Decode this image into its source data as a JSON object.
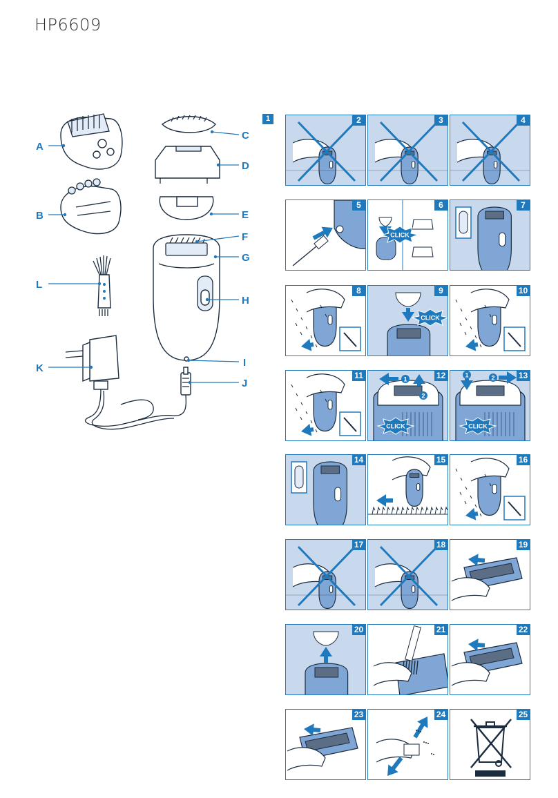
{
  "model": "HP6609",
  "part_labels": [
    "A",
    "B",
    "C",
    "D",
    "E",
    "F",
    "G",
    "H",
    "I",
    "J",
    "K",
    "L"
  ],
  "click_text": "CLICK",
  "first_step": "1",
  "steps": [
    {
      "num": "2",
      "style": "crossed"
    },
    {
      "num": "3",
      "style": "crossed"
    },
    {
      "num": "4",
      "style": "crossed"
    },
    {
      "num": "5",
      "style": "plug"
    },
    {
      "num": "6",
      "style": "caps",
      "click": true
    },
    {
      "num": "7",
      "style": "switch"
    },
    {
      "num": "8",
      "style": "use"
    },
    {
      "num": "9",
      "style": "cap",
      "click": true
    },
    {
      "num": "10",
      "style": "use"
    },
    {
      "num": "11",
      "style": "use"
    },
    {
      "num": "12",
      "style": "remove",
      "click": true,
      "markers": [
        "1",
        "2"
      ]
    },
    {
      "num": "13",
      "style": "remove",
      "click": true,
      "markers": [
        "1",
        "2"
      ]
    },
    {
      "num": "14",
      "style": "switch"
    },
    {
      "num": "15",
      "style": "hair"
    },
    {
      "num": "16",
      "style": "use"
    },
    {
      "num": "17",
      "style": "crossed"
    },
    {
      "num": "18",
      "style": "crossed"
    },
    {
      "num": "19",
      "style": "clean"
    },
    {
      "num": "20",
      "style": "cap"
    },
    {
      "num": "21",
      "style": "brush"
    },
    {
      "num": "22",
      "style": "clean"
    },
    {
      "num": "23",
      "style": "clean"
    },
    {
      "num": "24",
      "style": "rinse"
    },
    {
      "num": "25",
      "style": "bin"
    }
  ]
}
